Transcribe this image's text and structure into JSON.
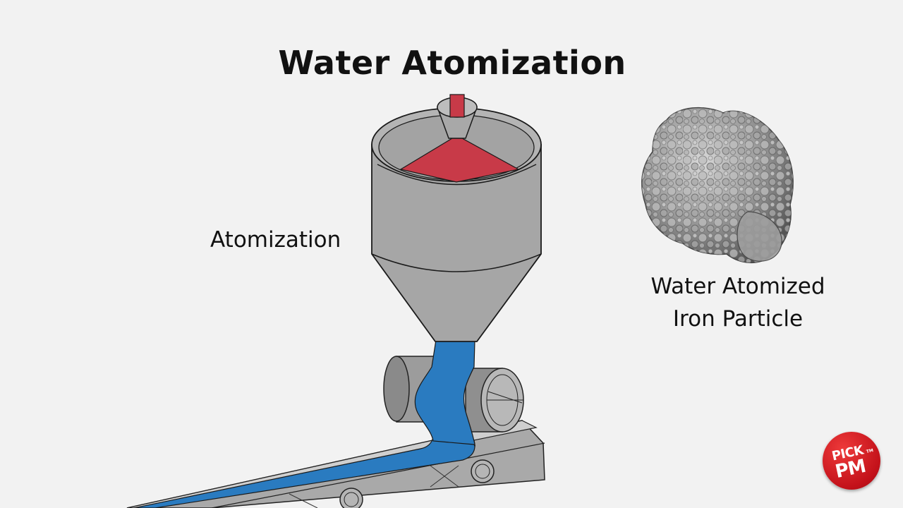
{
  "title": "Water Atomization",
  "labels": {
    "process": "Atomization",
    "particle_caption_line1": "Water Atomized",
    "particle_caption_line2": "Iron Particle"
  },
  "logo": {
    "line1": "PICK",
    "line2": "PM",
    "trademark": "TM"
  },
  "colors": {
    "background": "#f2f2f2",
    "molten_metal": "#c83a48",
    "water": "#2a7bc0",
    "machine_gray": "#a6a6a6",
    "logo_red": "#d3161e"
  }
}
